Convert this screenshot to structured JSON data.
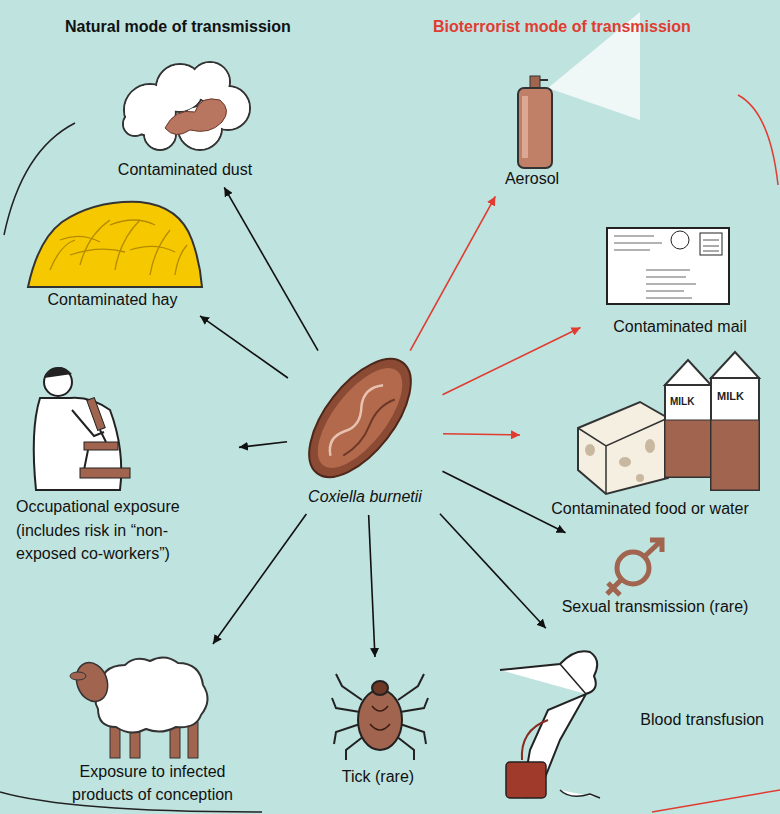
{
  "diagram": {
    "nodes": [
      {
        "text": [
          "Contaminated dust"
        ]
      },
      {
        "text": [
          "Aerosol"
        ]
      },
      {
        "text": [
          "Contaminated hay"
        ]
      },
      {
        "text": [
          "Contaminated mail"
        ]
      },
      {
        "text": [
          "Occupational exposure (includes risk in “non- exposed co-workers”)"
        ]
      },
      {
        "text": [
          "Coxiella burnetii"
        ]
      },
      {
        "text": [
          "Contaminated food or water"
        ]
      },
      {
        "text": [
          "Sexual transmission (rare)"
        ]
      },
      {
        "text": [
          "Exposure to infected products of conception"
        ]
      },
      {
        "text": [
          "Tick (rare)"
        ]
      },
      {
        "text": [
          "Blood transfusion"
        ]
      }
    ],
    "edges": [
      {
        "from": 5,
        "to": 0,
        "arrow": "to"
      },
      {
        "from": 5,
        "to": 1,
        "arrow": "to"
      },
      {
        "from": 5,
        "to": 2,
        "arrow": "to"
      },
      {
        "from": 5,
        "to": 3,
        "arrow": "to"
      },
      {
        "from": 5,
        "to": 4,
        "arrow": "to"
      },
      {
        "from": 5,
        "to": 6,
        "arrow": "to"
      },
      {
        "from": 5,
        "to": 7,
        "arrow": "to"
      },
      {
        "from": 5,
        "to": 8,
        "arrow": "to"
      },
      {
        "from": 5,
        "to": 9,
        "arrow": "to"
      },
      {
        "from": 5,
        "to": 10,
        "arrow": "to"
      }
    ],
    "labels": [
      "Natural mode of transmission",
      "Bioterrorist mode of transmission",
      "MILK",
      "MILK"
    ]
  }
}
